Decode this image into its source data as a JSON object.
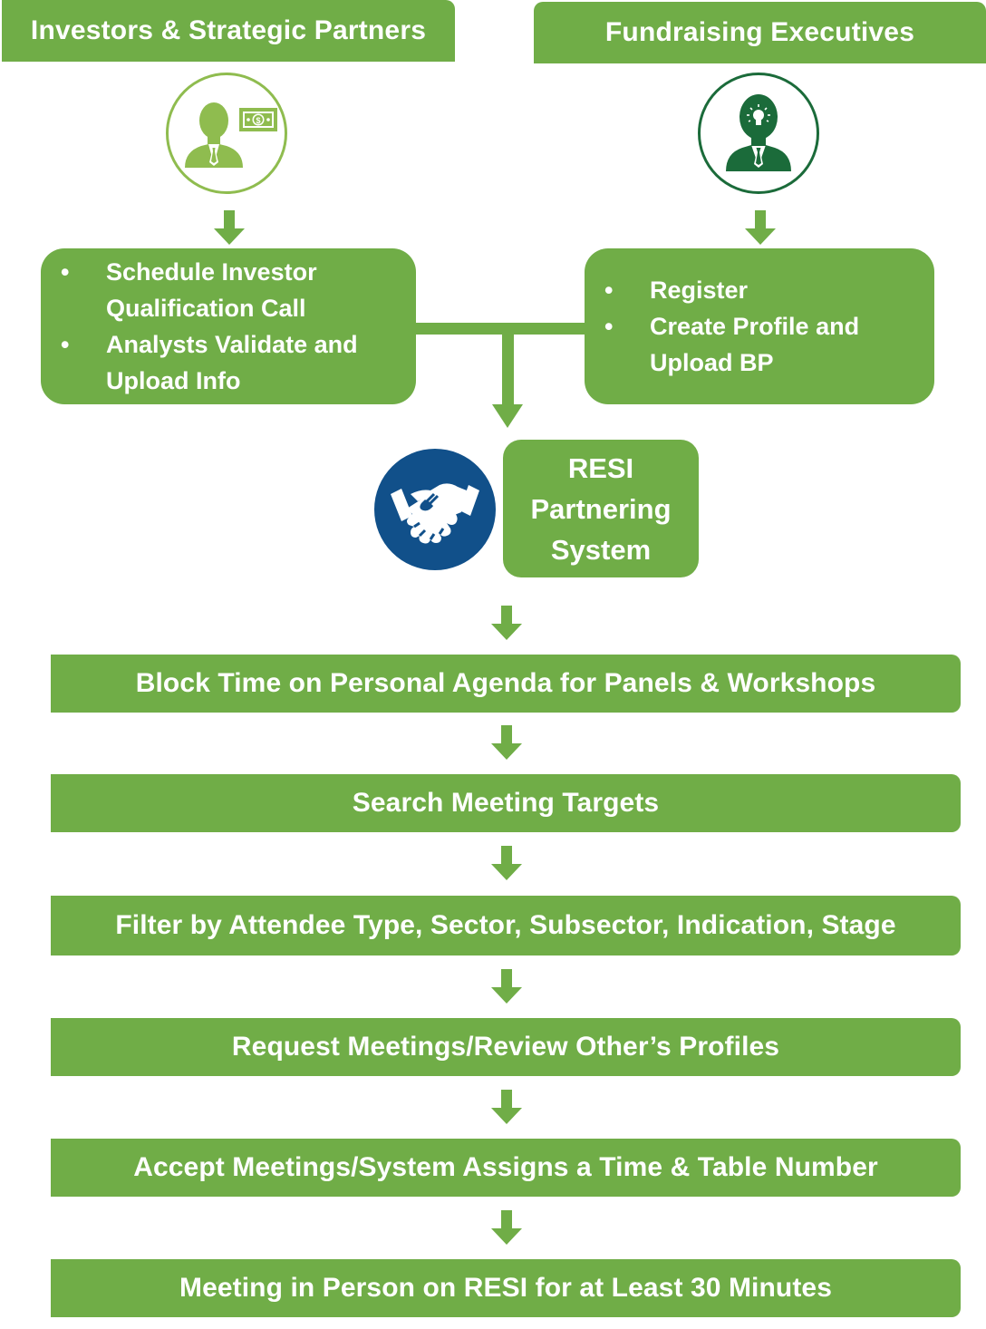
{
  "colors": {
    "primary_green": "#70ad47",
    "light_green_icon": "#8fbc4f",
    "dark_green_icon": "#1b6b3a",
    "handshake_blue": "#11508a",
    "text": "#ffffff"
  },
  "headers": {
    "left": "Investors & Strategic Partners",
    "right": "Fundraising Executives"
  },
  "icons": {
    "left": "investor-with-money-icon",
    "right": "executive-lightbulb-icon",
    "center": "handshake-icon"
  },
  "left_box": {
    "bullet": "•",
    "items": [
      {
        "line1": "Schedule Investor",
        "line2": "Qualification Call"
      },
      {
        "line1": "Analysts Validate and",
        "line2": "Upload Info"
      }
    ]
  },
  "right_box": {
    "bullet": "•",
    "items": [
      {
        "line1": "Register",
        "line2": ""
      },
      {
        "line1": "Create Profile and",
        "line2": "Upload BP"
      }
    ]
  },
  "system": {
    "line1": "RESI",
    "line2": "Partnering",
    "line3": "System"
  },
  "steps": [
    "Block Time on Personal Agenda for Panels & Workshops",
    "Search Meeting Targets",
    "Filter by Attendee Type, Sector, Subsector, Indication, Stage",
    "Request Meetings/Review Other’s Profiles",
    "Accept Meetings/System Assigns a Time & Table Number",
    "Meeting in Person on RESI for at Least 30 Minutes"
  ]
}
